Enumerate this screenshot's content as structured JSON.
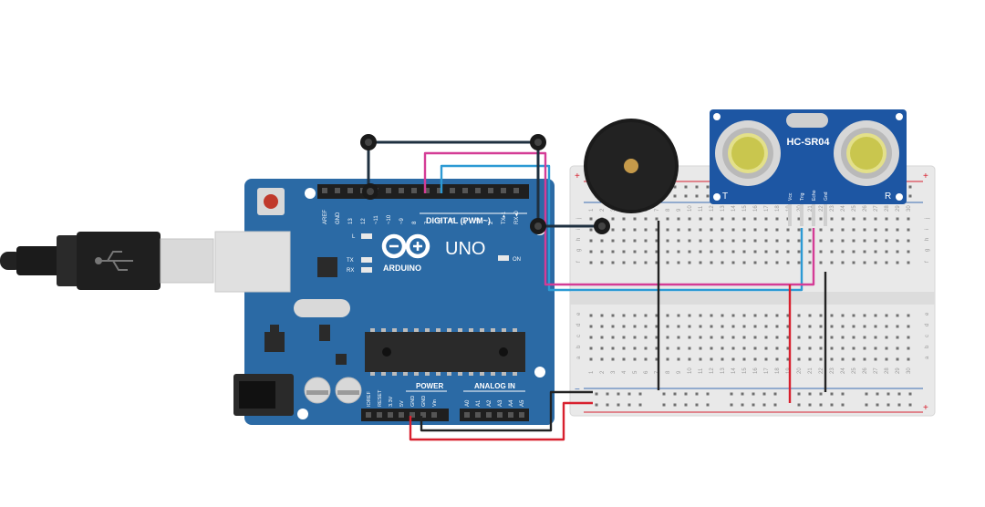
{
  "colors": {
    "board": "#2b6aa5",
    "board_dark": "#1d4f80",
    "wire_red": "#d8202e",
    "wire_black": "#222222",
    "wire_pink": "#d43c96",
    "wire_blue": "#2c9ad4",
    "sensor_board": "#1d56a3",
    "breadboard": "#e9e9e9"
  },
  "arduino": {
    "model": "UNO",
    "brand": "ARDUINO",
    "digital_label": "DIGITAL (PWM~)",
    "power_label": "POWER",
    "analog_label": "ANALOG IN",
    "on_label": "ON",
    "led_l": "L",
    "led_tx": "TX",
    "led_rx": "RX",
    "digital_pins": [
      "AREF",
      "GND",
      "13",
      "12",
      "~11",
      "~10",
      "~9",
      "8",
      "7",
      "~6",
      "~5",
      "4",
      "~3",
      "2",
      "TX▸1",
      "RX◂0"
    ],
    "power_pins": [
      "IOREF",
      "RESET",
      "3.3V",
      "5V",
      "GND",
      "GND",
      "Vin"
    ],
    "analog_pins": [
      "A0",
      "A1",
      "A2",
      "A3",
      "A4",
      "A5"
    ]
  },
  "sensor": {
    "model": "HC-SR04",
    "pins": [
      "Vcc",
      "Trig",
      "Echo",
      "Gnd"
    ],
    "left_mark": "T",
    "right_mark": "R"
  },
  "breadboard": {
    "plus": "+",
    "minus": "−",
    "row_letters_top": [
      "j",
      "i",
      "h",
      "g",
      "f"
    ],
    "row_letters_bottom": [
      "e",
      "d",
      "c",
      "b",
      "a"
    ],
    "column_numbers": [
      "1",
      "2",
      "3",
      "4",
      "5",
      "6",
      "7",
      "8",
      "9",
      "10",
      "11",
      "12",
      "13",
      "14",
      "15",
      "16",
      "17",
      "18",
      "19",
      "20",
      "21",
      "22",
      "23",
      "24",
      "25",
      "26",
      "27",
      "28",
      "29",
      "30"
    ]
  }
}
